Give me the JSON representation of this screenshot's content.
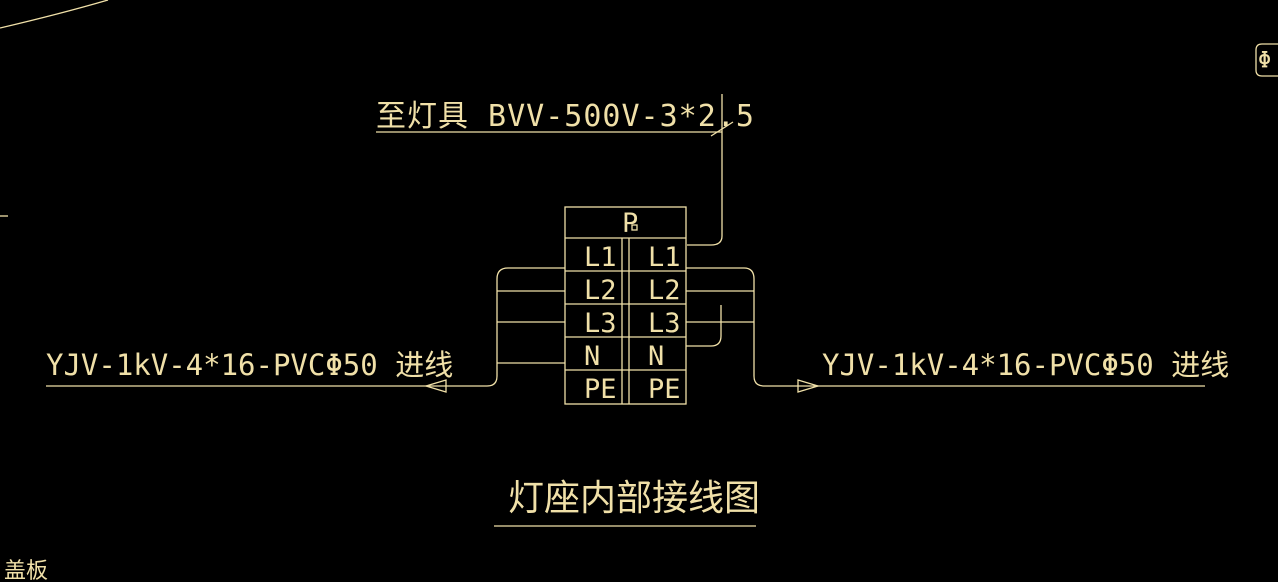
{
  "drawing": {
    "line_color": "#f0e0a8",
    "background": "#000000",
    "top_label": "至灯具 BVV-500V-3*2.5",
    "left_label": "YJV-1kV-4*16-PVCΦ50 进线",
    "right_label": "YJV-1kV-4*16-PVCΦ50 进线",
    "title": "灯座内部接线图",
    "corner_bottom_left": "盖板",
    "corner_top_right": "Φ",
    "terminal": {
      "header": "P",
      "rows": [
        {
          "left": "L1",
          "right": "L1"
        },
        {
          "left": "L2",
          "right": "L2"
        },
        {
          "left": "L3",
          "right": "L3"
        },
        {
          "left": "N",
          "right": "N"
        },
        {
          "left": "PE",
          "right": "PE"
        }
      ]
    }
  }
}
